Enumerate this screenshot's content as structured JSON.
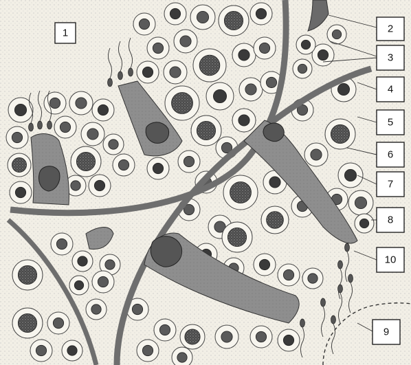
{
  "labels": {
    "l1": "1",
    "l2": "2",
    "l3": "3",
    "l4": "4",
    "l5": "5",
    "l6": "6",
    "l7": "7",
    "l8": "8",
    "l9": "9",
    "l10": "10"
  },
  "colors": {
    "background": "#f4f1e8",
    "membrane": "#6e6e6e",
    "sertoli": "#8c8c8c",
    "cell_outline": "#444444",
    "nucleus": "#3a3a3a"
  }
}
